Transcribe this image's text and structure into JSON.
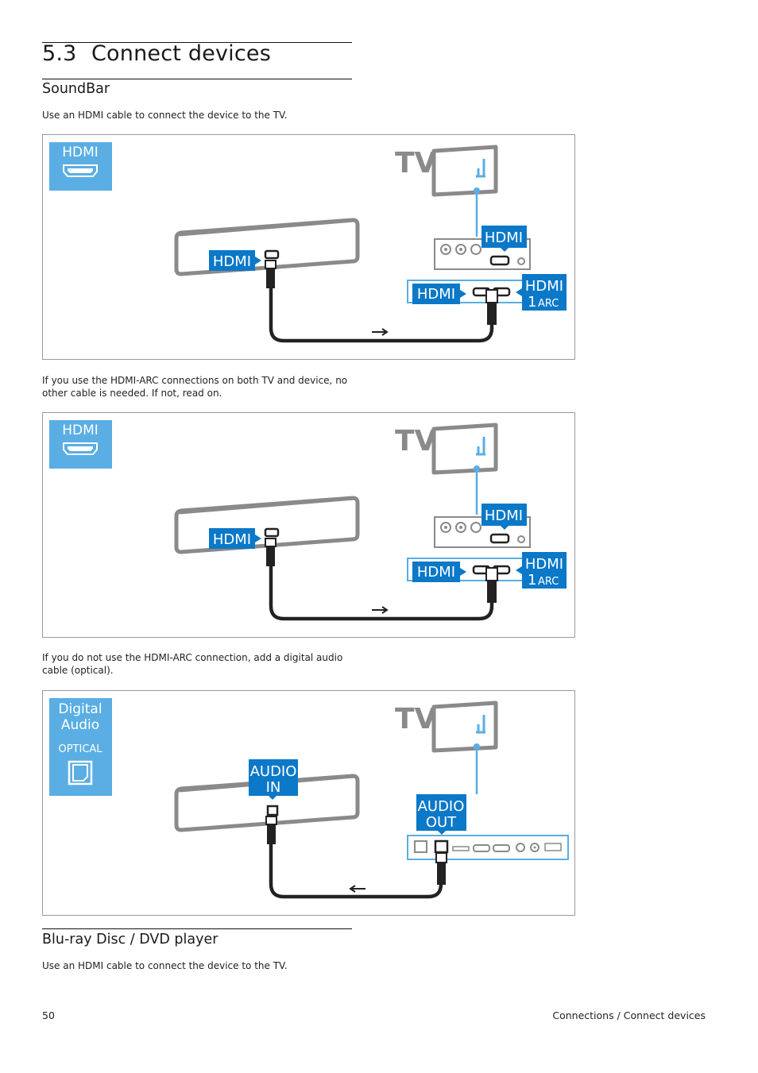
{
  "heading": {
    "number": "5.3",
    "title": "Connect devices"
  },
  "soundbar": {
    "title": "SoundBar",
    "intro": "Use an HDMI cable to connect the device to the TV.",
    "note_arc": "If you use the HDMI-ARC connections on both TV and device, no other cable is needed. If not, read on.",
    "note_optical": "If you do not use the HDMI-ARC connection, add a digital audio cable (optical)."
  },
  "figures": {
    "hdmi_tag": "HDMI",
    "tv_label": "TV",
    "hdmi_badge": "HDMI",
    "hdmi_arc_top": "HDMI",
    "hdmi_arc_num": "1",
    "hdmi_arc_sub": "ARC",
    "digital_audio_line1": "Digital",
    "digital_audio_line2": "Audio",
    "optical_label": "OPTICAL",
    "audio_in_line1": "AUDIO",
    "audio_in_line2": "IN",
    "audio_out_line1": "AUDIO",
    "audio_out_line2": "OUT",
    "colors": {
      "tag_bg": "#5aaee3",
      "badge_bg": "#0b78c8",
      "outline": "#8a8a8a",
      "tv_line": "#5aaee3"
    }
  },
  "bluray": {
    "title": "Blu-ray Disc / DVD player",
    "intro": "Use an HDMI cable to connect the device to the TV."
  },
  "footer": {
    "page_number": "50",
    "section": "Connections / Connect devices"
  }
}
